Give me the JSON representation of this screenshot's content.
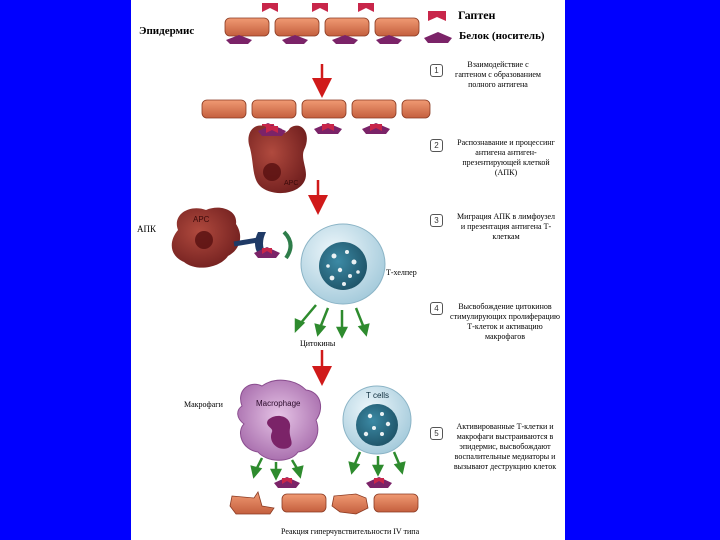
{
  "legend": {
    "hapten": "Гаптен",
    "carrier": "Белок (носитель)",
    "colors": {
      "hapten": "#c8264a",
      "carrier": "#7b2368"
    }
  },
  "labels": {
    "epidermis": "Эпидермис",
    "apc_left": "АПК",
    "t_helper": "Т-хелпер",
    "cytokines": "Цитокины",
    "macrophage": "Макрофаги",
    "caption": "Реакция гиперчувствительности IV типа"
  },
  "cell_labels": {
    "apc_small": "APC",
    "apc_large": "APC",
    "macrophage": "Macrophage",
    "tcells": "T cells"
  },
  "steps": [
    {
      "num": "1",
      "text": "Взаимодействие с гаптеном с образованием полного антигена"
    },
    {
      "num": "2",
      "text": "Распознавание и процессинг антигена антиген-презентирующей клеткой (АПК)"
    },
    {
      "num": "3",
      "text": "Миграция АПК в лимфоузел и презентация антигена Т-клеткам"
    },
    {
      "num": "4",
      "text": "Высвобождение цитокинов стимулирующих пролиферацию Т-клеток и активацию макрофагов"
    },
    {
      "num": "5",
      "text": "Активированные Т-клетки и макрофаги выстраиваются в эпидермис, высвобождают воспалительные медиаторы и вызывают деструкцию клеток"
    }
  ],
  "colors": {
    "background": "#0000ff",
    "skin_cell": "#d97450",
    "apc": "#8c2a28",
    "tcell": "#c9e3ef",
    "tcell_nucleus": "#2b6f86",
    "macrophage": "#b87ab8",
    "arrow_red": "#d01a1a",
    "arrow_green": "#2e8b2e"
  }
}
